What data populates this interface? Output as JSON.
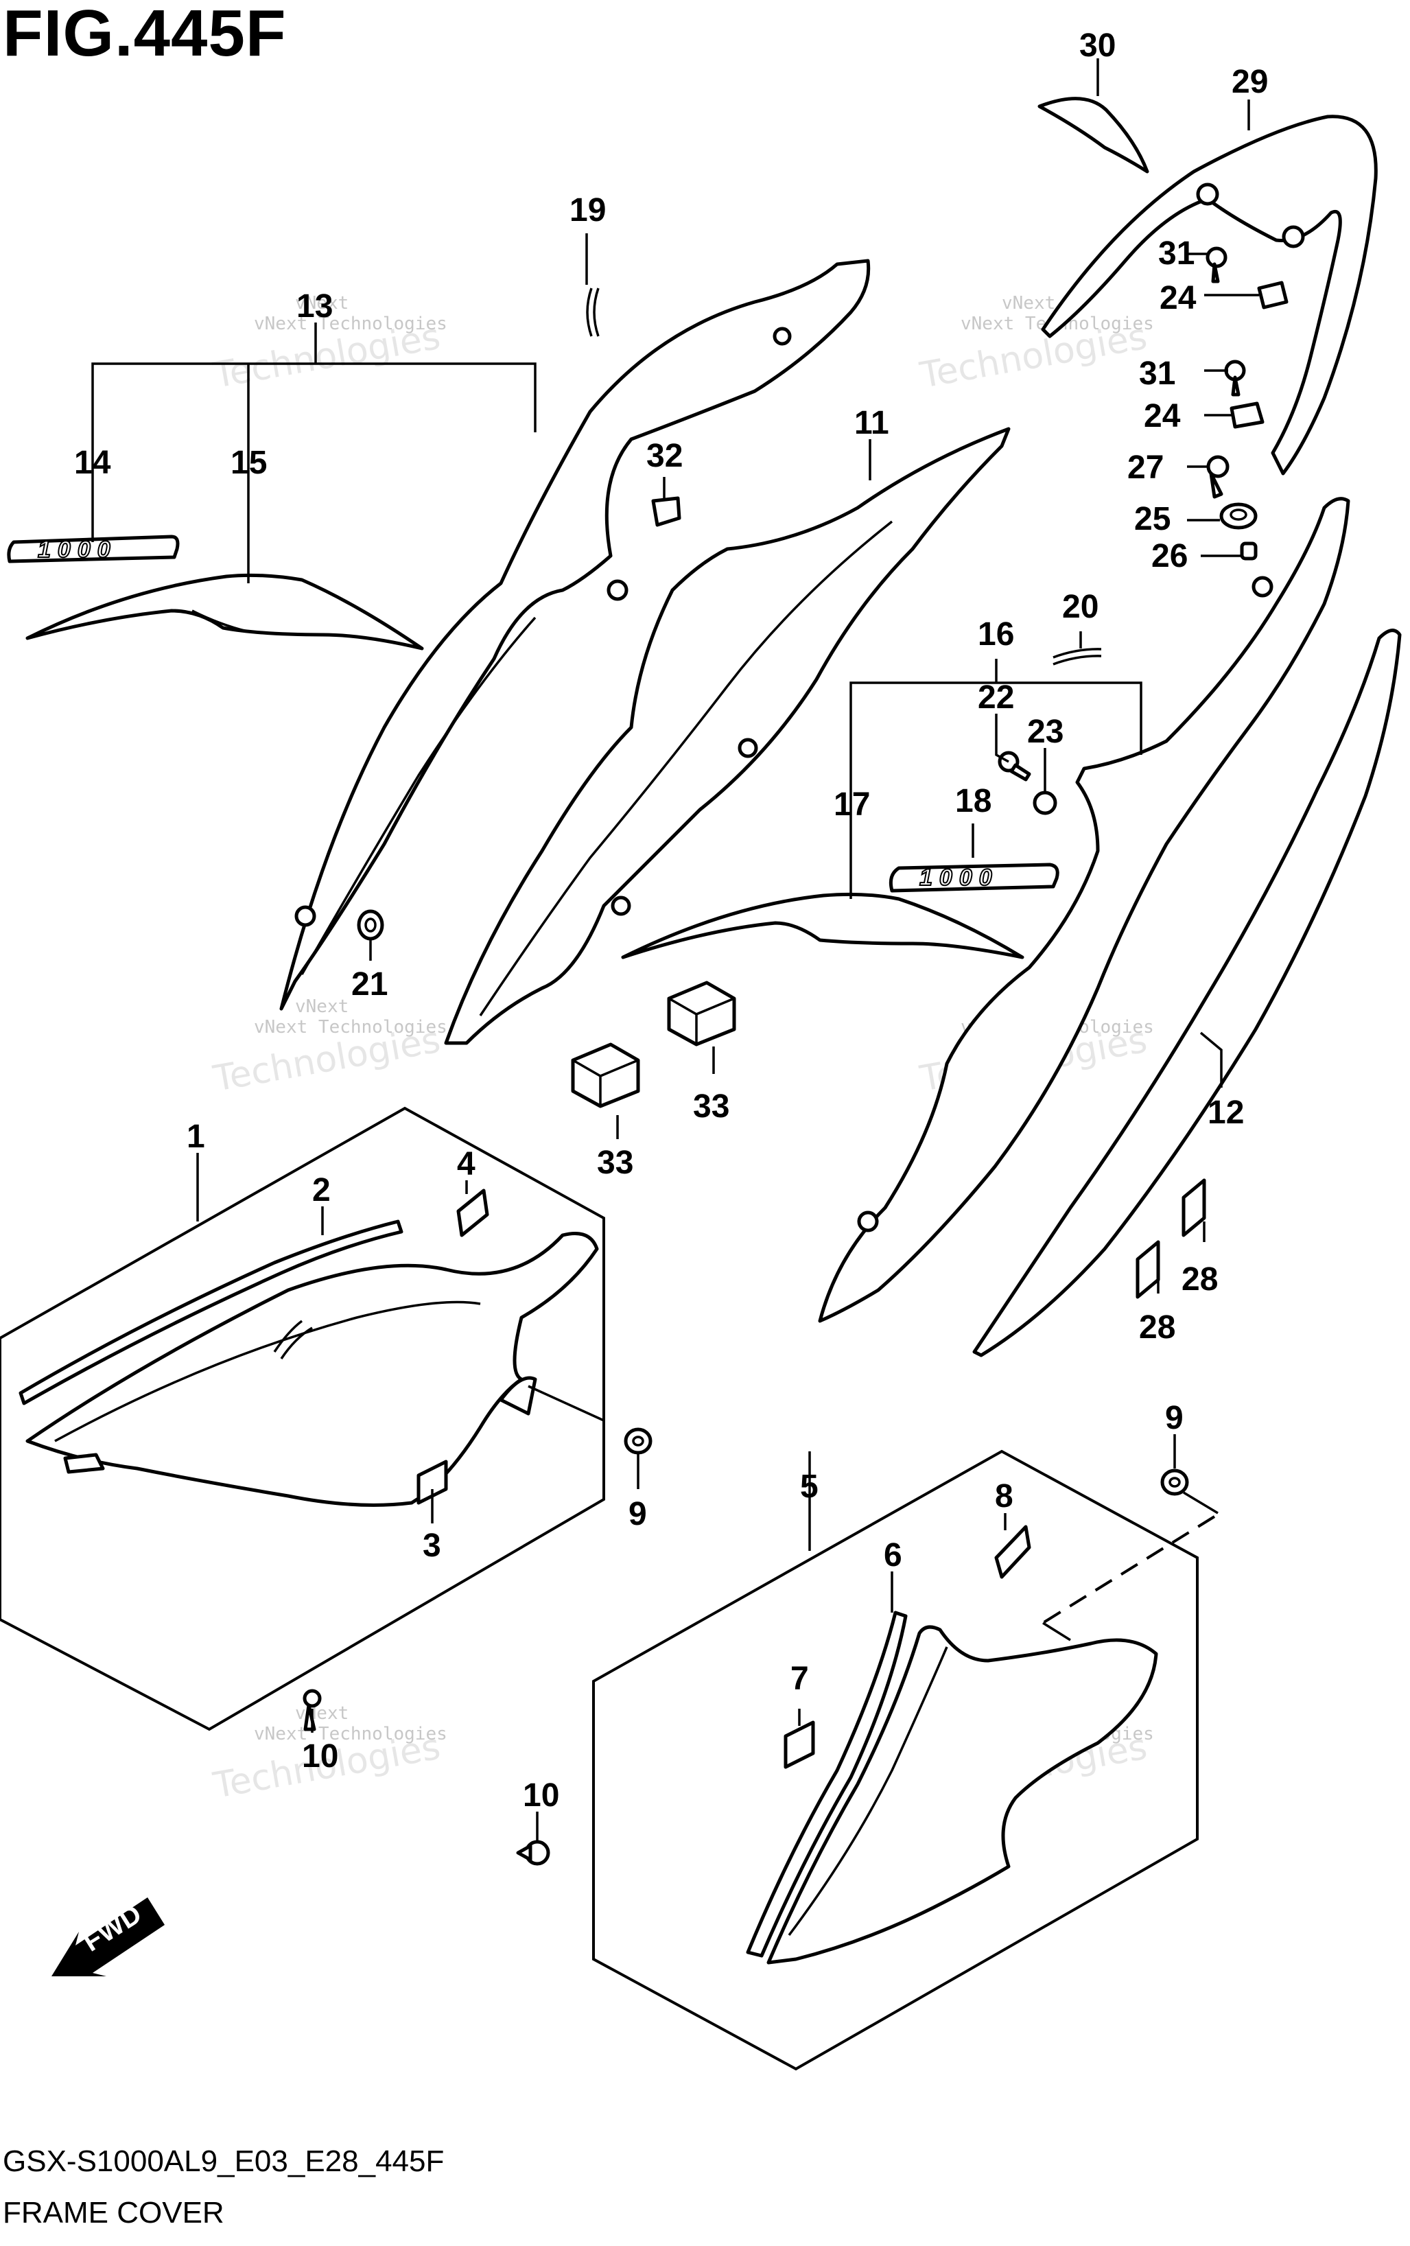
{
  "figure": {
    "title": "FIG.445F",
    "model_code": "GSX-S1000AL9_E03_E28_445F",
    "caption": "FRAME COVER",
    "fwd_label": "FWD",
    "emblem_text": "1000"
  },
  "watermark": {
    "line1": "vNext",
    "line2": "vNext Technologies",
    "line3": "Technologies"
  },
  "callouts": [
    {
      "id": "c1",
      "text": "1"
    },
    {
      "id": "c2",
      "text": "2"
    },
    {
      "id": "c3",
      "text": "3"
    },
    {
      "id": "c4",
      "text": "4"
    },
    {
      "id": "c5",
      "text": "5"
    },
    {
      "id": "c6",
      "text": "6"
    },
    {
      "id": "c7",
      "text": "7"
    },
    {
      "id": "c8",
      "text": "8"
    },
    {
      "id": "c9a",
      "text": "9"
    },
    {
      "id": "c9b",
      "text": "9"
    },
    {
      "id": "c10a",
      "text": "10"
    },
    {
      "id": "c10b",
      "text": "10"
    },
    {
      "id": "c11",
      "text": "11"
    },
    {
      "id": "c12",
      "text": "12"
    },
    {
      "id": "c13",
      "text": "13"
    },
    {
      "id": "c14",
      "text": "14"
    },
    {
      "id": "c15",
      "text": "15"
    },
    {
      "id": "c16",
      "text": "16"
    },
    {
      "id": "c17",
      "text": "17"
    },
    {
      "id": "c18",
      "text": "18"
    },
    {
      "id": "c19",
      "text": "19"
    },
    {
      "id": "c20",
      "text": "20"
    },
    {
      "id": "c21",
      "text": "21"
    },
    {
      "id": "c22",
      "text": "22"
    },
    {
      "id": "c23",
      "text": "23"
    },
    {
      "id": "c24a",
      "text": "24"
    },
    {
      "id": "c24b",
      "text": "24"
    },
    {
      "id": "c25",
      "text": "25"
    },
    {
      "id": "c26",
      "text": "26"
    },
    {
      "id": "c27",
      "text": "27"
    },
    {
      "id": "c28a",
      "text": "28"
    },
    {
      "id": "c28b",
      "text": "28"
    },
    {
      "id": "c29",
      "text": "29"
    },
    {
      "id": "c30",
      "text": "30"
    },
    {
      "id": "c31a",
      "text": "31"
    },
    {
      "id": "c31b",
      "text": "31"
    },
    {
      "id": "c32",
      "text": "32"
    },
    {
      "id": "c33a",
      "text": "33"
    },
    {
      "id": "c33b",
      "text": "33"
    }
  ]
}
